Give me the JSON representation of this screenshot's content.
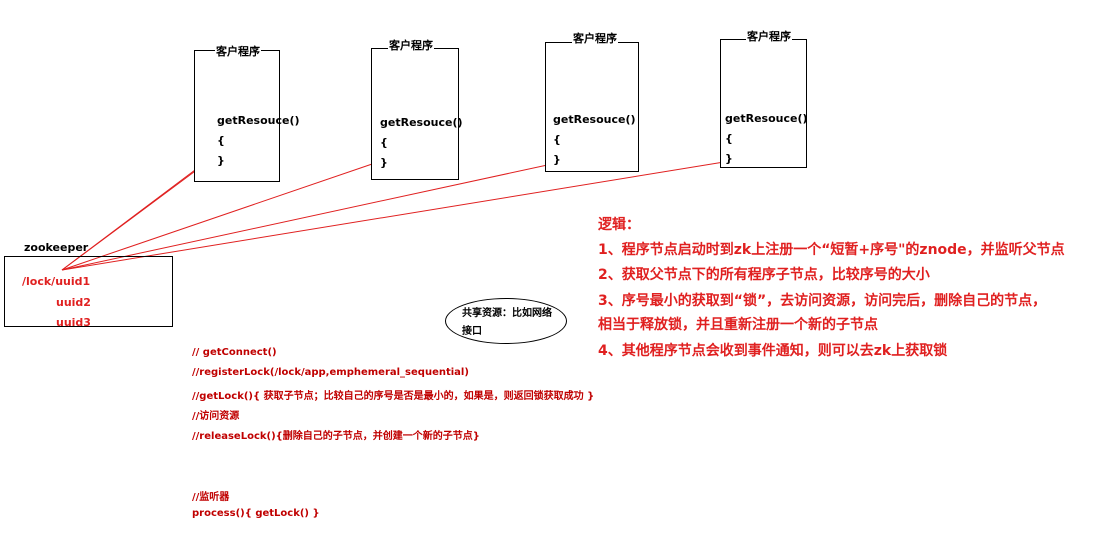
{
  "clients": [
    {
      "title": "客户程序",
      "method": "getResouce()",
      "open": "{",
      "close": "}"
    },
    {
      "title": "客户程序",
      "method": "getResouce()",
      "open": "{",
      "close": "}"
    },
    {
      "title": "客户程序",
      "method": "getResouce()",
      "open": "{",
      "close": "}"
    },
    {
      "title": "客户程序",
      "method": "getResouce()",
      "open": "{",
      "close": "}"
    }
  ],
  "zookeeper": {
    "title": "zookeeper",
    "nodes": [
      "/lock/uuid1",
      "uuid2",
      "uuid3"
    ]
  },
  "shared_resource": {
    "line1": "共享资源：比如网络",
    "line2": "接口"
  },
  "code_notes": [
    "// getConnect()",
    "//registerLock(/lock/app,emphemeral_sequential)",
    "//getLock(){  获取子节点；比较自己的序号是否是最小的，如果是，则返回锁获取成功  }",
    "//访问资源",
    "//releaseLock(){删除自己的子节点，并创建一个新的子节点}",
    "//监听器",
    "process(){ getLock()    }"
  ],
  "logic": {
    "title": "逻辑：",
    "steps": [
      "1、程序节点启动时到zk上注册一个“短暂+序号\"的znode，并监听父节点",
      "2、获取父节点下的所有程序子节点，比较序号的大小",
      "3、序号最小的获取到“锁”，去访问资源，访问完后，删除自己的节点，",
      "相当于释放锁，并且重新注册一个新的子节点",
      "4、其他程序节点会收到事件通知，则可以去zk上获取锁"
    ]
  },
  "colors": {
    "accent": "#e02020",
    "line": "#e02020",
    "border": "#000000"
  }
}
